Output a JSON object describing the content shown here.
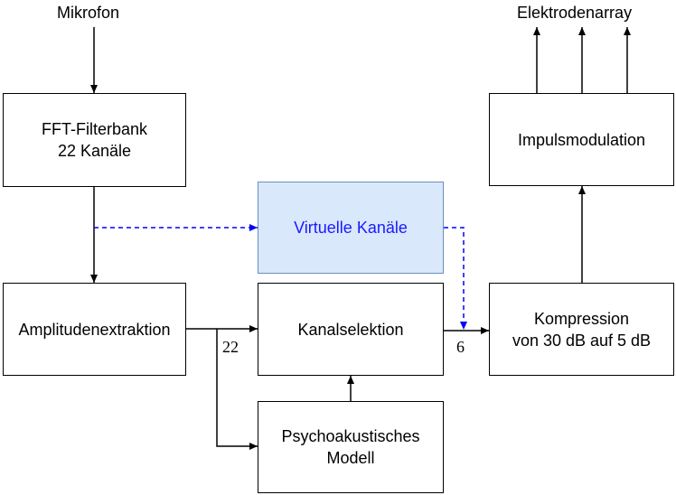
{
  "labels": {
    "input": "Mikrofon",
    "output": "Elektrodenarray",
    "count_22": "22",
    "count_6": "6"
  },
  "blocks": {
    "fft_line1": "FFT-Filterbank",
    "fft_line2": "22 Kanäle",
    "virtual": "Virtuelle Kanäle",
    "amplitude": "Amplitudenextraktion",
    "selection": "Kanalselektion",
    "psycho_line1": "Psychoakustisches",
    "psycho_line2": "Modell",
    "compression_line1": "Kompression",
    "compression_line2": "von 30 dB auf 5 dB",
    "impulse": "Impulsmodulation"
  },
  "colors": {
    "line": "#000000",
    "virtual_link": "#0000ff",
    "virtual_fill": "#dae8fc",
    "virtual_border": "#6c8ebf",
    "virtual_text": "#1a1aff"
  }
}
